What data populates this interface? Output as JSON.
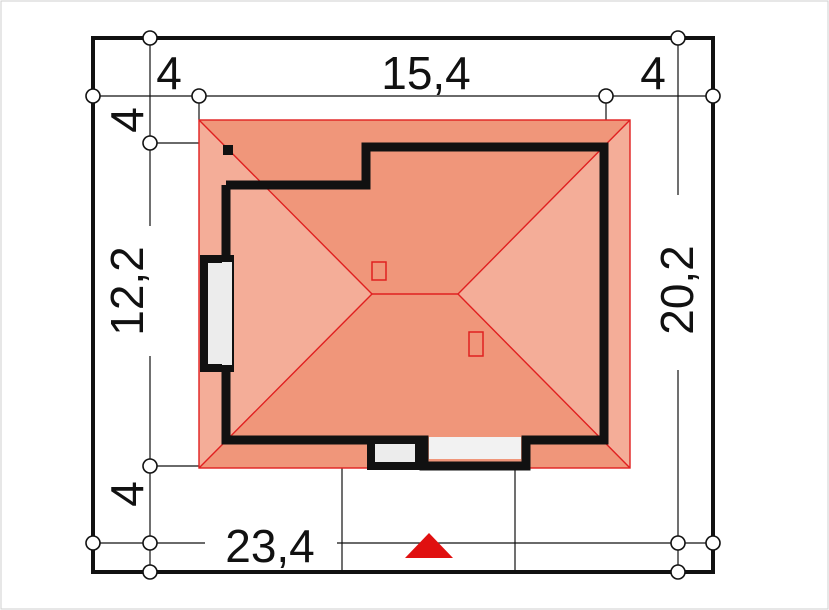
{
  "dimensions": {
    "top_left_setback": "4",
    "top_width": "15,4",
    "top_right_setback": "4",
    "bottom_total": "23,4",
    "left_top_setback": "4",
    "left_depth": "12,2",
    "left_bottom_setback": "4",
    "right_total": "20,2"
  },
  "colors": {
    "roof_main": "#f0967a",
    "roof_light": "#f4ad98",
    "roof_line": "#e02020",
    "wall": "#111111",
    "north_marker": "#e01010",
    "background": "#ffffff"
  },
  "icons": {
    "north_marker": "red-triangle-icon"
  }
}
